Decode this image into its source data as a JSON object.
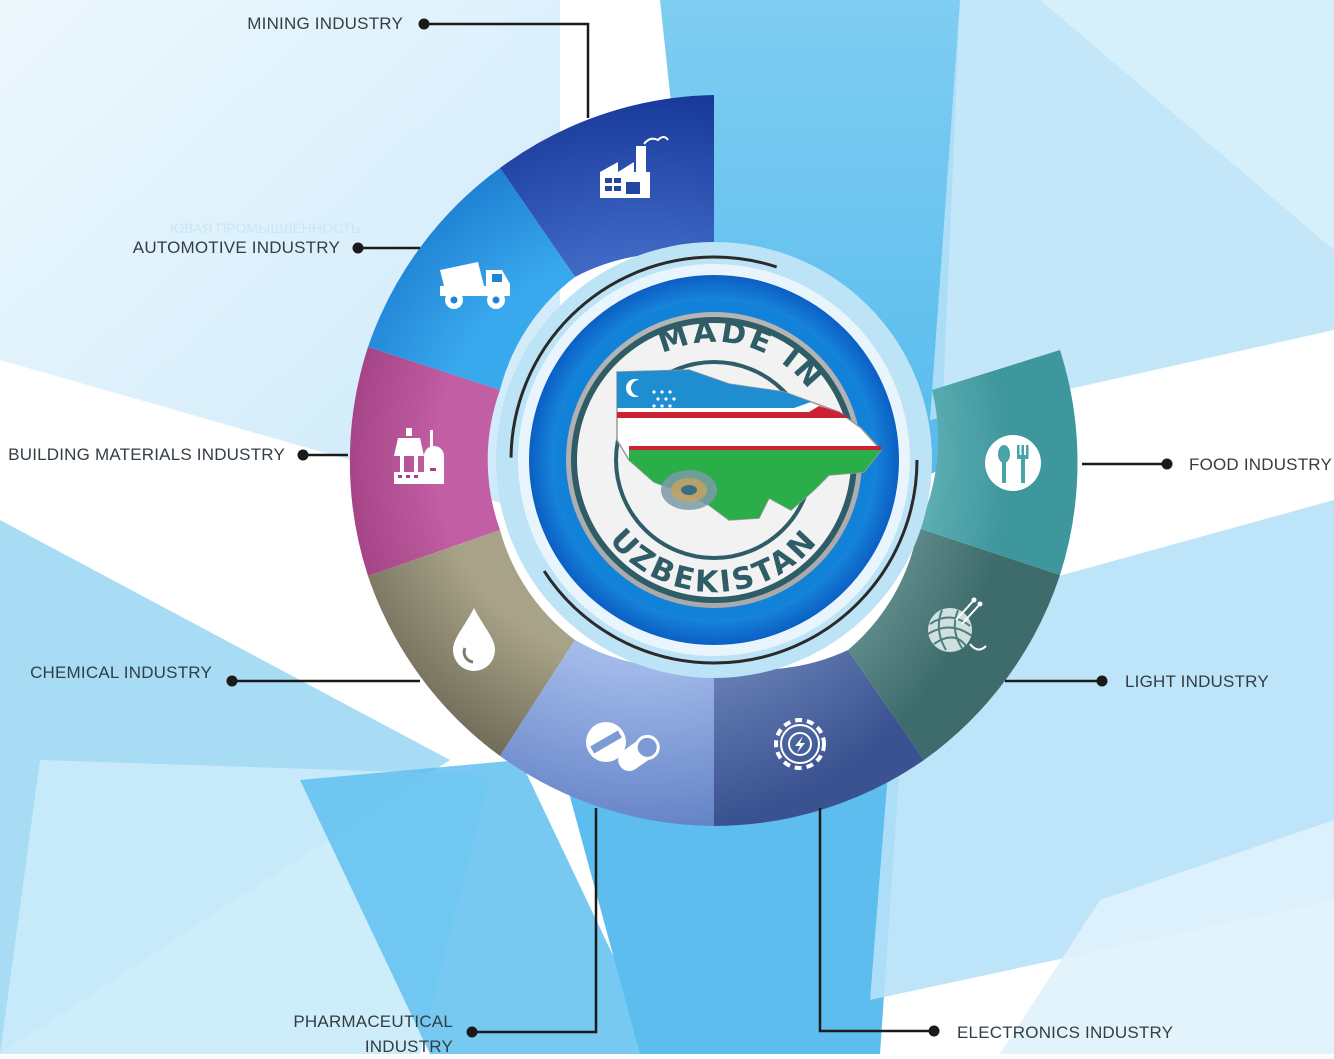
{
  "colors": {
    "mining": "#2446a0",
    "automotive": "#1b86d6",
    "building": "#a63f86",
    "chemical": "#807b66",
    "pharmaceutical": "#7c9ad4",
    "electronics": "#46609c",
    "light": "#4d7e7d",
    "food": "#4aa3a8",
    "accent": "#1a90e0",
    "line": "#1a1a1a"
  },
  "ghost_text": "ЮВАЯ ПРОМЫШЛЕННОСТЬ",
  "seal": {
    "top_text": "MADE IN",
    "bottom_text": "UZBEKISTAN"
  },
  "sectors": [
    {
      "id": "mining",
      "label": "MINING INDUSTRY",
      "icon": "factory-icon"
    },
    {
      "id": "automotive",
      "label": "AUTOMOTIVE INDUSTRY",
      "icon": "dump-truck-icon"
    },
    {
      "id": "building",
      "label": "BUILDING MATERIALS INDUSTRY",
      "icon": "plant-tower-icon"
    },
    {
      "id": "chemical",
      "label": "CHEMICAL INDUSTRY",
      "icon": "drop-icon"
    },
    {
      "id": "pharmaceutical",
      "label": [
        "PHARMACEUTICAL",
        "INDUSTRY"
      ],
      "icon": "pills-icon"
    },
    {
      "id": "electronics",
      "label": "ELECTRONICS INDUSTRY",
      "icon": "gear-lightning-icon"
    },
    {
      "id": "light",
      "label": "LIGHT INDUSTRY",
      "icon": "yarn-ball-icon"
    },
    {
      "id": "food",
      "label": "FOOD INDUSTRY",
      "icon": "spoon-fork-icon"
    }
  ]
}
